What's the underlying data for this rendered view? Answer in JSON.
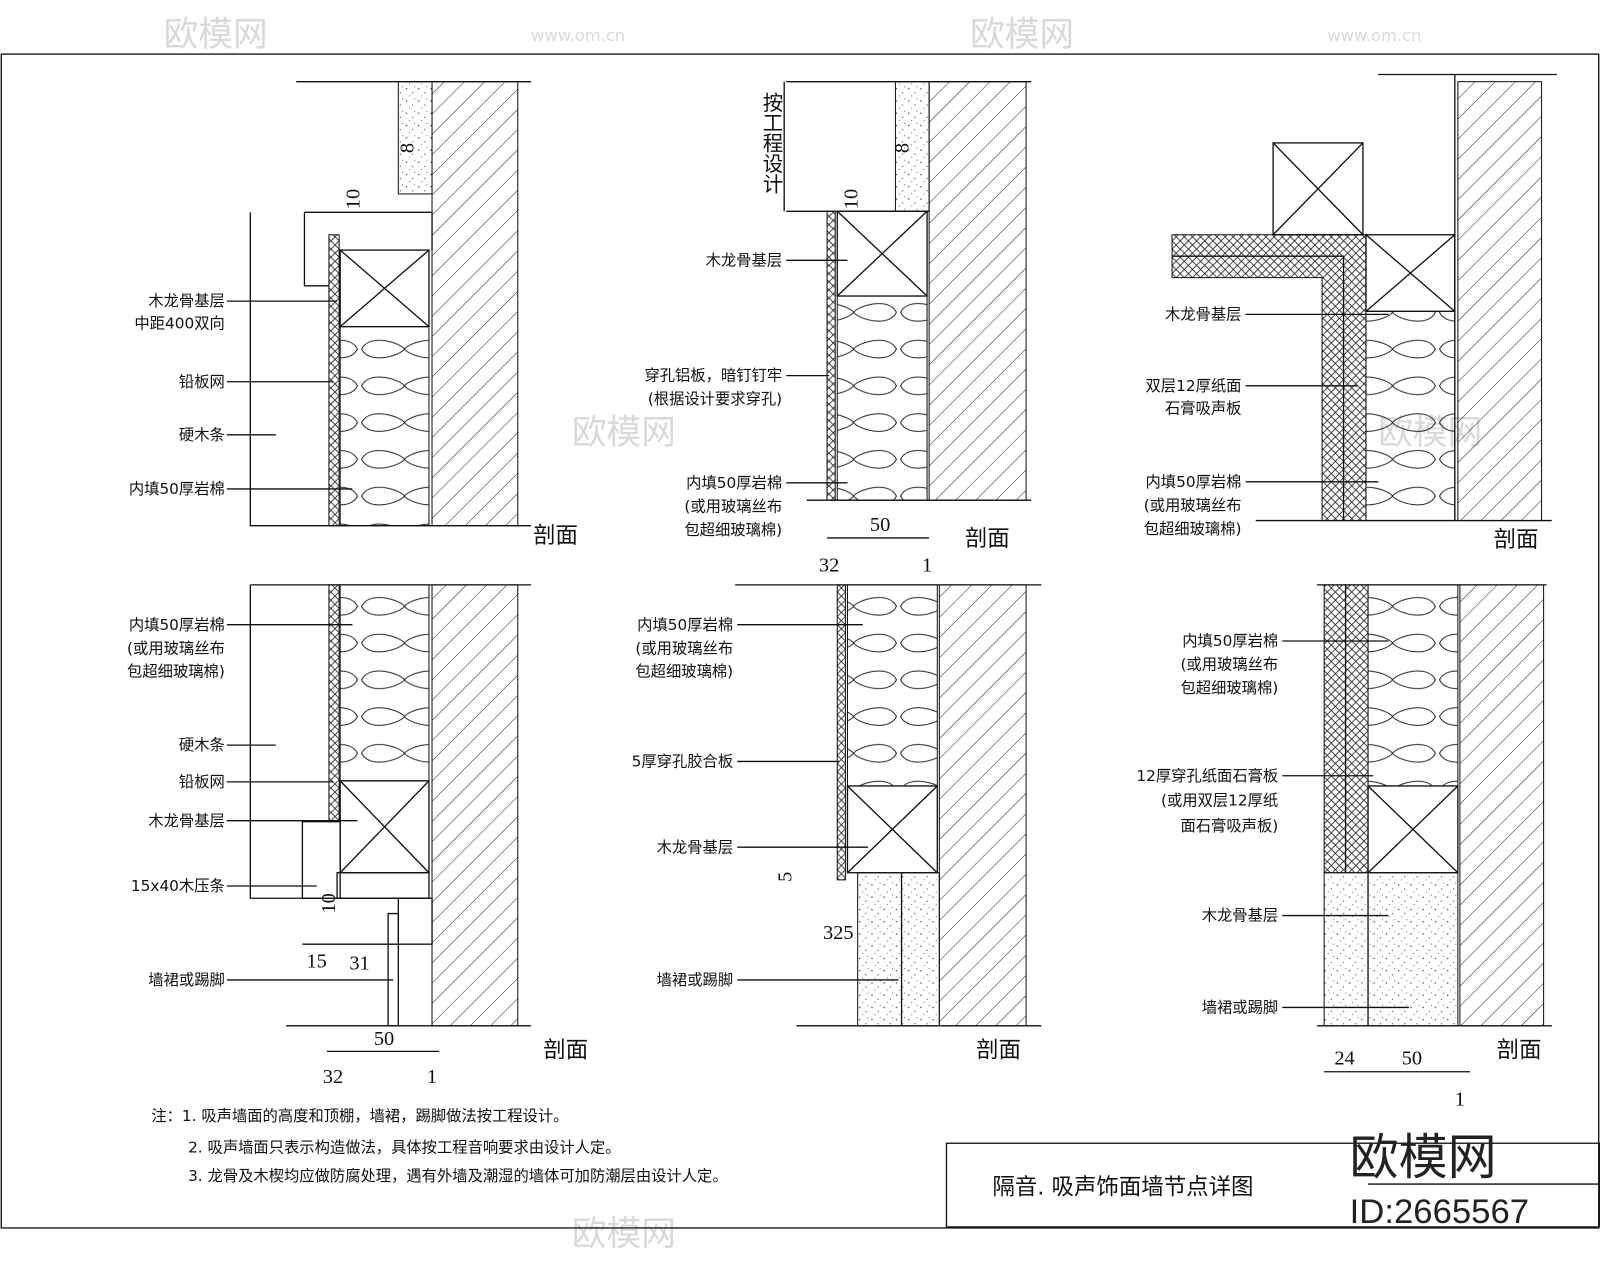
{
  "watermark": {
    "site": "www.om.cn",
    "brand": "欧模网",
    "id": "ID:2665567"
  },
  "section_label": "剖面",
  "panels": [
    {
      "labels": [
        "木龙骨基层",
        "中距400双向",
        "铅板网",
        "硬木条",
        "内填50厚岩棉"
      ],
      "dims": [
        "8",
        "10"
      ]
    },
    {
      "labels": [
        "木龙骨基层",
        "穿孔铝板，暗钉钉牢",
        "(根据设计要求穿孔)",
        "内填50厚岩棉",
        "(或用玻璃丝布",
        "包超细玻璃棉)"
      ],
      "vertical_note": "按工程设计",
      "dims": [
        "8",
        "10",
        "50",
        "32",
        "1"
      ]
    },
    {
      "labels": [
        "木龙骨基层",
        "双层12厚纸面",
        "石膏吸声板",
        "内填50厚岩棉",
        "(或用玻璃丝布",
        "包超细玻璃棉)"
      ]
    },
    {
      "labels": [
        "内填50厚岩棉",
        "(或用玻璃丝布",
        "包超细玻璃棉)",
        "硬木条",
        "铅板网",
        "木龙骨基层",
        "15x40木压条",
        "墙裙或踢脚"
      ],
      "dims": [
        "10",
        "15",
        "31",
        "50",
        "32",
        "1"
      ]
    },
    {
      "labels": [
        "内填50厚岩棉",
        "(或用玻璃丝布",
        "包超细玻璃棉)",
        "5厚穿孔胶合板",
        "木龙骨基层",
        "墙裙或踢脚"
      ],
      "dims": [
        "5",
        "325"
      ]
    },
    {
      "labels": [
        "内填50厚岩棉",
        "(或用玻璃丝布",
        "包超细玻璃棉)",
        "12厚穿孔纸面石膏板",
        "(或用双层12厚纸",
        "面石膏吸声板)",
        "木龙骨基层",
        "墙裙或踢脚"
      ],
      "dims": [
        "24",
        "50",
        "1"
      ]
    }
  ],
  "notes": [
    "注：1. 吸声墙面的高度和顶棚，墙裙，踢脚做法按工程设计。",
    "2. 吸声墙面只表示构造做法，具体按工程音响要求由设计人定。",
    "3. 龙骨及木楔均应做防腐处理，遇有外墙及潮湿的墙体可加防潮层由设计人定。"
  ],
  "title_block": {
    "title": "隔音. 吸声饰面墙节点详图"
  }
}
